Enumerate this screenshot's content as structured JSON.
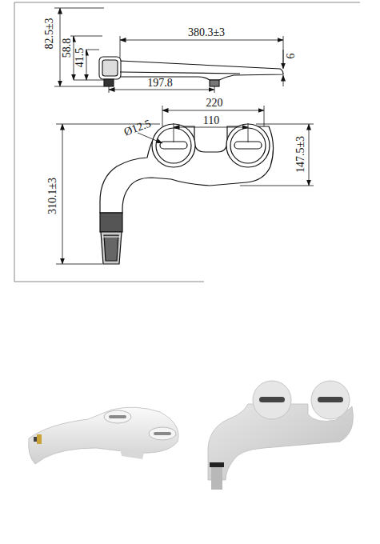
{
  "diagram": {
    "labels": [
      "82.5±3",
      "58.8",
      "41.5",
      "380.3±3",
      "6",
      "197.8",
      "220",
      "110",
      "Ø12.5",
      "147.5±3",
      "310.1±3"
    ]
  }
}
